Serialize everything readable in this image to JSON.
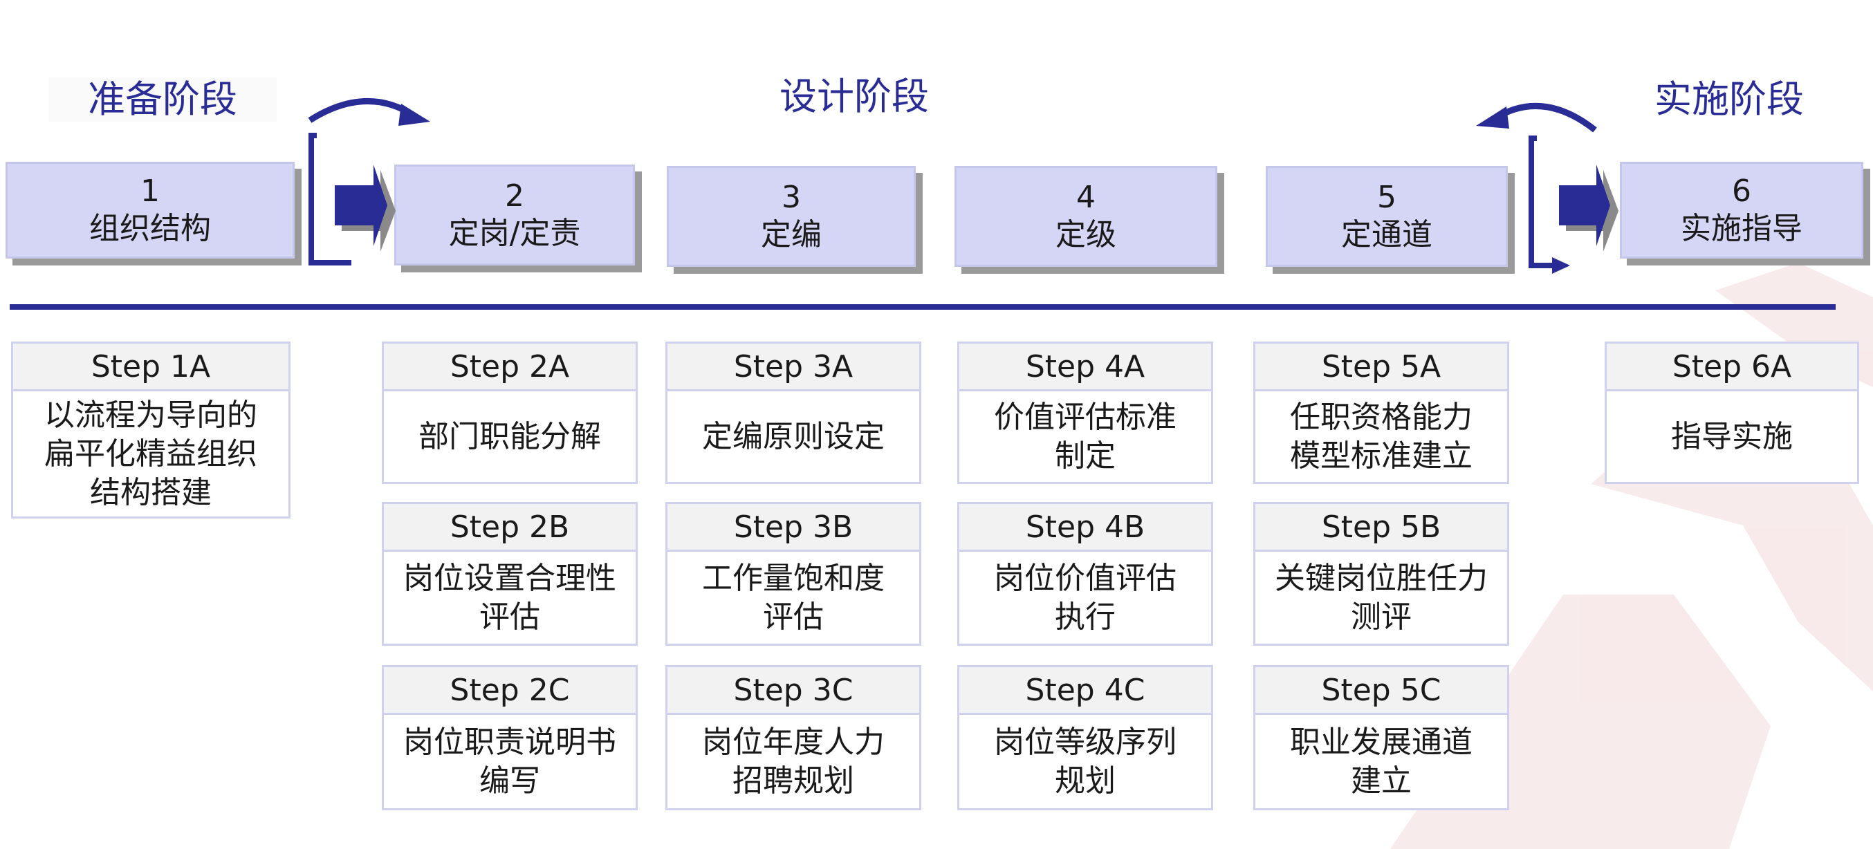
{
  "phases": {
    "prepare": "准备阶段",
    "design": "设计阶段",
    "implement": "实施阶段"
  },
  "stages": [
    {
      "num": "1",
      "name": "组织结构"
    },
    {
      "num": "2",
      "name": "定岗/定责"
    },
    {
      "num": "3",
      "name": "定编"
    },
    {
      "num": "4",
      "name": "定级"
    },
    {
      "num": "5",
      "name": "定通道"
    },
    {
      "num": "6",
      "name": "实施指导"
    }
  ],
  "steps": {
    "1A": {
      "label": "Step 1A",
      "text": "以流程为导向的\n扁平化精益组织\n结构搭建"
    },
    "2A": {
      "label": "Step 2A",
      "text": "部门职能分解"
    },
    "2B": {
      "label": "Step 2B",
      "text": "岗位设置合理性\n评估"
    },
    "2C": {
      "label": "Step 2C",
      "text": "岗位职责说明书\n编写"
    },
    "3A": {
      "label": "Step 3A",
      "text": "定编原则设定"
    },
    "3B": {
      "label": "Step 3B",
      "text": "工作量饱和度\n评估"
    },
    "3C": {
      "label": "Step 3C",
      "text": "岗位年度人力\n招聘规划"
    },
    "4A": {
      "label": "Step 4A",
      "text": "价值评估标准\n制定"
    },
    "4B": {
      "label": "Step 4B",
      "text": "岗位价值评估\n执行"
    },
    "4C": {
      "label": "Step 4C",
      "text": "岗位等级序列\n规划"
    },
    "5A": {
      "label": "Step 5A",
      "text": "任职资格能力\n模型标准建立"
    },
    "5B": {
      "label": "Step 5B",
      "text": "关键岗位胜任力\n测评"
    },
    "5C": {
      "label": "Step 5C",
      "text": "职业发展通道\n建立"
    },
    "6A": {
      "label": "Step 6A",
      "text": "指导实施"
    }
  },
  "colors": {
    "accent": "#2a2c96",
    "stage_fill": "#d5d6f5",
    "shadow": "#9a9a9a",
    "card_border": "#cfd1ee",
    "card_head": "#f2f2f2",
    "watermark": "#f3dcdc"
  }
}
